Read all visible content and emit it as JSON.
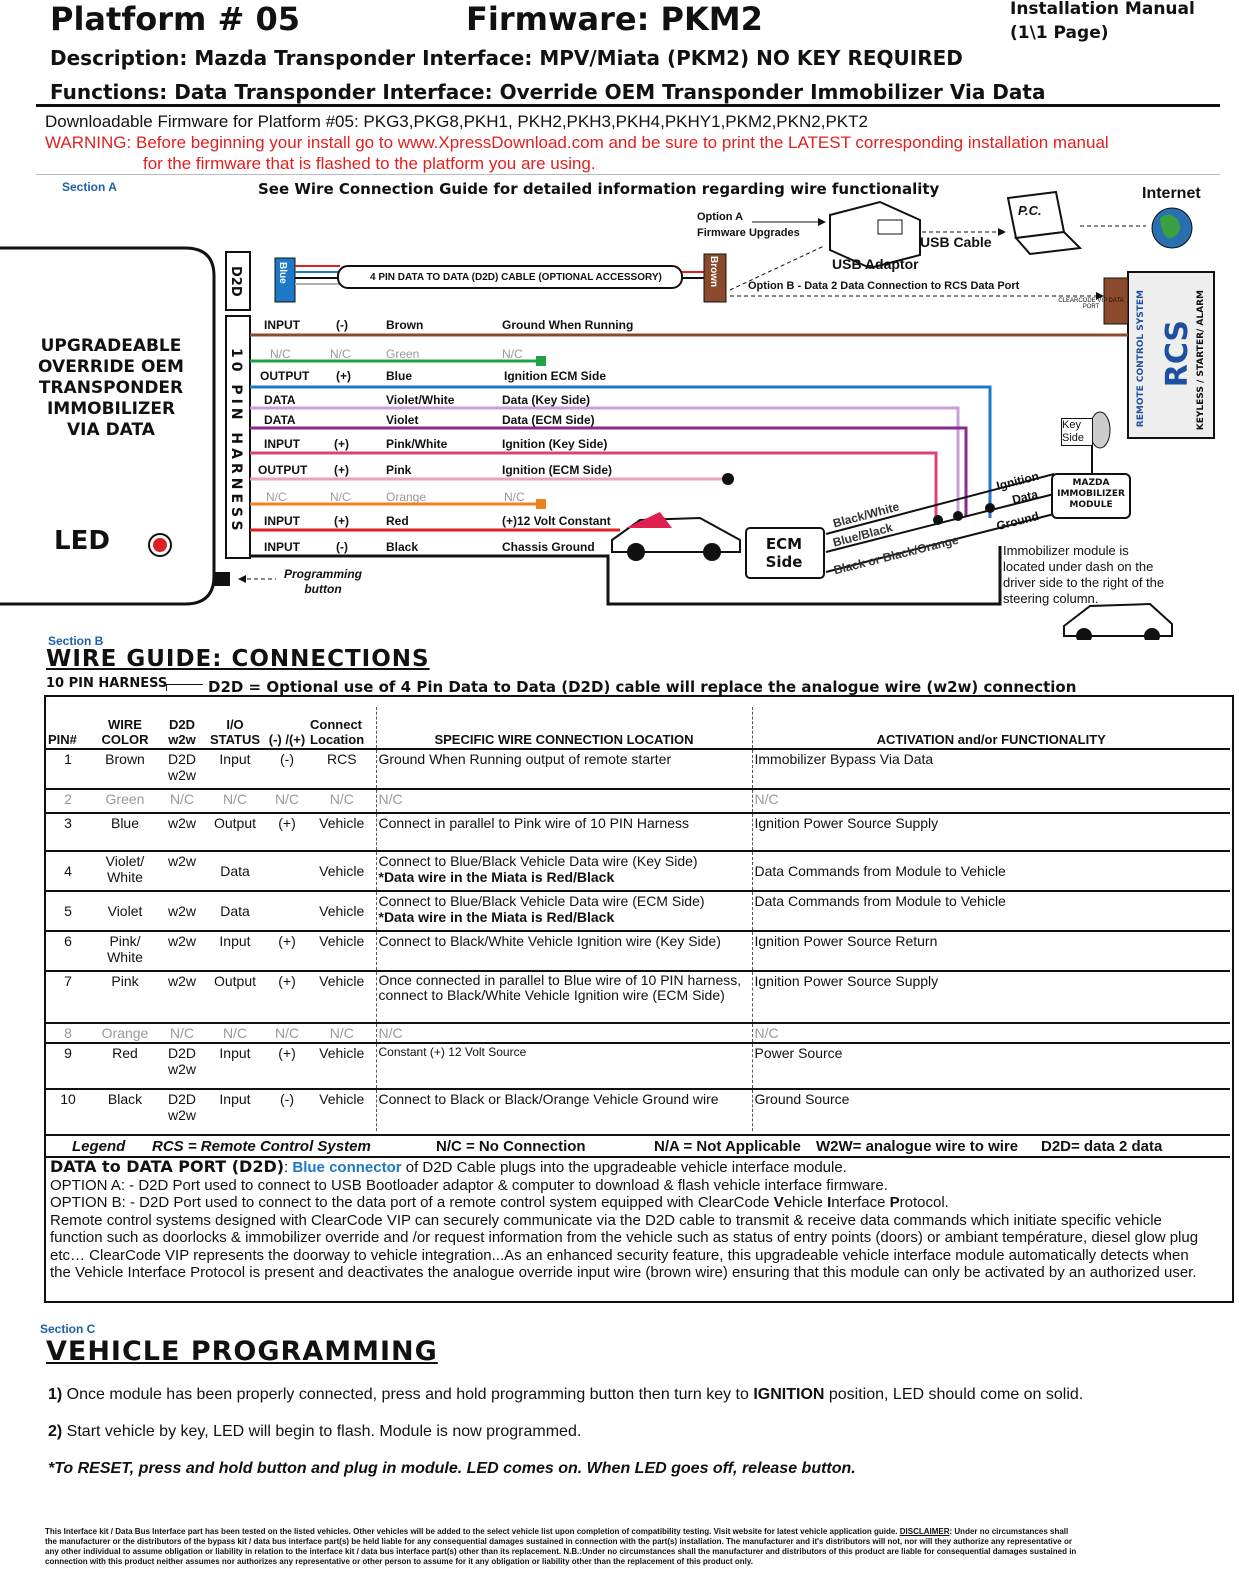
{
  "header": {
    "platform": "Platform # 05",
    "firmware": "Firmware: PKM2",
    "manual": "Installation Manual (1\\1 Page)",
    "description": "Description: Mazda Transponder Interface: MPV/Miata (PKM2) NO KEY REQUIRED",
    "functions": "Functions: Data Transponder Interface: Override OEM Transponder Immobilizer Via Data",
    "downloadable": "Downloadable Firmware for Platform #05: PKG3,PKG8,PKH1, PKH2,PKH3,PKH4,PKHY1,PKM2,PKN2,PKT2",
    "warning_1": "WARNING: Before beginning your install go to www.XpressDownload.com and be sure to print the LATEST corresponding installation manual",
    "warning_2": "for the firmware that is flashed to the platform you are using."
  },
  "section_a": {
    "label": "Section A",
    "guide_note": "See Wire Connection Guide for detailed information regarding wire functionality",
    "module_text": [
      "UPGRADEABLE",
      "OVERRIDE OEM",
      "TRANSPONDER",
      "IMMOBILIZER",
      "VIA DATA"
    ],
    "led": "LED",
    "d2d": "D2D",
    "harness": "10 PIN HARNESS",
    "blue_conn": "Blue",
    "brown_conn": "Brown",
    "cable_label": "4 PIN DATA TO DATA (D2D) CABLE (OPTIONAL ACCESSORY)",
    "option_a": "Option A",
    "firmware_upgrades": "Firmware Upgrades",
    "usb_adaptor": "USB Adaptor",
    "usb_cable": "USB Cable",
    "pc": "P.C.",
    "internet": "Internet",
    "option_b": "Option B - Data 2 Data Connection to RCS Data Port",
    "clearcode": "CLEARCODE VIP DATA PORT",
    "rcs": "RCS",
    "remote_control_system": "REMOTE CONTROL SYSTEM",
    "keyless": "KEYLESS / STARTER/ ALARM",
    "key_side": "Key Side",
    "ecm_side": "ECM Side",
    "mazda_module": "MAZDA IMMOBILIZER MODULE",
    "ignition": "Ignition",
    "data": "Data",
    "ground": "Ground",
    "bw": "Black/White",
    "bb": "Blue/Black",
    "bbo": "Black or Black/Orange",
    "immob_note": "Immobilizer module is located under dash on the driver side to the right of the steering column.",
    "programming_button": "Programming button",
    "wires": [
      {
        "io": "INPUT",
        "pol": "(-)",
        "color": "Brown",
        "desc": "Ground When Running",
        "hex": "#8b4a2b"
      },
      {
        "io": "N/C",
        "pol": "N/C",
        "color": "Green",
        "desc": "N/C",
        "hex": "#22a045"
      },
      {
        "io": "OUTPUT",
        "pol": "(+)",
        "color": "Blue",
        "desc": "Ignition ECM Side",
        "hex": "#1e78c8"
      },
      {
        "io": "DATA",
        "pol": "",
        "color": "Violet/White",
        "desc": "Data (Key Side)",
        "hex": "#c8a0d8"
      },
      {
        "io": "DATA",
        "pol": "",
        "color": "Violet",
        "desc": "Data (ECM Side)",
        "hex": "#8a2a8c"
      },
      {
        "io": "INPUT",
        "pol": "(+)",
        "color": "Pink/White",
        "desc": "Ignition (Key Side)",
        "hex": "#e0407a"
      },
      {
        "io": "OUTPUT",
        "pol": "(+)",
        "color": "Pink",
        "desc": "Ignition (ECM Side)",
        "hex": "#f0a0b8"
      },
      {
        "io": "N/C",
        "pol": "N/C",
        "color": "Orange",
        "desc": "N/C",
        "hex": "#f08020"
      },
      {
        "io": "INPUT",
        "pol": "(+)",
        "color": "Red",
        "desc": "(+)12 Volt Constant",
        "hex": "#e02020"
      },
      {
        "io": "INPUT",
        "pol": "(-)",
        "color": "Black",
        "desc": "Chassis Ground",
        "hex": "#111111"
      }
    ]
  },
  "section_b": {
    "label": "Section B",
    "title": "WIRE GUIDE: CONNECTIONS",
    "harness_label": "10 PIN HARNESS",
    "d2d_note": "D2D = Optional use of 4 Pin Data to Data (D2D) cable will replace the analogue wire (w2w) connection",
    "columns": [
      "PIN#",
      "WIRE COLOR",
      "D2D w2w",
      "I/O STATUS",
      "(-) /(+)",
      "Connect Location",
      "SPECIFIC WIRE CONNECTION LOCATION",
      "ACTIVATION and/or FUNCTIONALITY"
    ],
    "rows": [
      {
        "pin": "1",
        "color": "Brown",
        "d2d": "D2D w2w",
        "io": "Input",
        "pol": "(-)",
        "loc": "RCS",
        "spec": "Ground When Running output of remote starter",
        "spec2": "",
        "act": "Immobilizer Bypass Via Data"
      },
      {
        "pin": "2",
        "color": "Green",
        "d2d": "N/C",
        "io": "N/C",
        "pol": "N/C",
        "loc": "N/C",
        "spec": "N/C",
        "spec2": "",
        "act": "N/C"
      },
      {
        "pin": "3",
        "color": "Blue",
        "d2d": "w2w",
        "io": "Output",
        "pol": "(+)",
        "loc": "Vehicle",
        "spec": "Connect in parallel to Pink wire of 10 PIN Harness",
        "spec2": "",
        "act": "Ignition Power Source Supply"
      },
      {
        "pin": "4",
        "color": "Violet/ White",
        "d2d": "w2w",
        "io": "Data",
        "pol": "",
        "loc": "Vehicle",
        "spec": "Connect to Blue/Black Vehicle Data wire (Key Side)",
        "spec2": "*Data wire in the Miata is Red/Black",
        "act": "Data Commands from Module to Vehicle"
      },
      {
        "pin": "5",
        "color": "Violet",
        "d2d": "w2w",
        "io": "Data",
        "pol": "",
        "loc": "Vehicle",
        "spec": "Connect to Blue/Black Vehicle Data wire (ECM Side)",
        "spec2": "*Data wire in the Miata is Red/Black",
        "act": "Data Commands from Module to Vehicle"
      },
      {
        "pin": "6",
        "color": "Pink/ White",
        "d2d": "w2w",
        "io": "Input",
        "pol": "(+)",
        "loc": "Vehicle",
        "spec": "Connect to Black/White Vehicle Ignition wire (Key Side)",
        "spec2": "",
        "act": "Ignition Power Source Return"
      },
      {
        "pin": "7",
        "color": "Pink",
        "d2d": "w2w",
        "io": "Output",
        "pol": "(+)",
        "loc": "Vehicle",
        "spec": "Once connected in parallel to Blue wire of 10 PIN harness, connect to Black/White Vehicle Ignition wire (ECM Side)",
        "spec2": "",
        "act": "Ignition Power Source Supply"
      },
      {
        "pin": "8",
        "color": "Orange",
        "d2d": "N/C",
        "io": "N/C",
        "pol": "N/C",
        "loc": "N/C",
        "spec": "N/C",
        "spec2": "",
        "act": "N/C"
      },
      {
        "pin": "9",
        "color": "Red",
        "d2d": "D2D w2w",
        "io": "Input",
        "pol": "(+)",
        "loc": "Vehicle",
        "spec": "Constant (+) 12 Volt Source",
        "spec2": "",
        "act": "Power Source"
      },
      {
        "pin": "10",
        "color": "Black",
        "d2d": "D2D w2w",
        "io": "Input",
        "pol": "(-)",
        "loc": "Vehicle",
        "spec": "Connect to Black or Black/Orange Vehicle Ground wire",
        "spec2": "",
        "act": "Ground Source"
      }
    ],
    "legend": {
      "legend": "Legend",
      "rcs": "RCS = Remote Control System",
      "nc": "N/C =  No Connection",
      "na": "N/A = Not Applicable",
      "w2w": "W2W= analogue wire to wire",
      "d2d": "D2D= data 2 data"
    },
    "d2d_port": {
      "title": "DATA to DATA PORT (D2D)",
      "blue": "Blue connector",
      "rest": " of D2D Cable plugs into the upgradeable vehicle interface module.",
      "opt_a": "OPTION A: - D2D Port used to connect to USB Bootloader adaptor & computer to download & flash vehicle interface firmware.",
      "opt_b_1": "OPTION B: - D2D Port used to connect to the data port of a remote control system equipped with ClearCode ",
      "opt_b_v": "V",
      "opt_b_2": "ehicle ",
      "opt_b_i": "I",
      "opt_b_3": "nterface ",
      "opt_b_p": "P",
      "opt_b_4": "rotocol.",
      "body": "Remote control systems designed with ClearCode VIP can securely communicate via the D2D cable to transmit & receive data commands which initiate specific vehicle function such as doorlocks & immobilizer override and /or request information from the vehicle such as status of entry points (doors) or ambiant température, diesel glow plug etc… ClearCode VIP represents the doorway to vehicle integration...As an enhanced security feature, this upgradeable vehicle interface module automatically detects when the Vehicle Interface Protocol is present and deactivates the analogue override input wire (brown wire) ensuring that this module can only be activated by an authorized user."
    }
  },
  "section_c": {
    "label": "Section C",
    "title": "VEHICLE PROGRAMMING",
    "step1_num": "1)",
    "step1_a": " Once module has been properly connected, press and hold programming button then turn key to ",
    "step1_b": "IGNITION",
    "step1_c": " position, LED should come on solid.",
    "step2_num": "2)",
    "step2": " Start vehicle by key, LED will begin to flash.  Module is now programmed.",
    "reset": "*To RESET, press and hold button and plug in module.  LED comes on.  When LED goes off, release button."
  },
  "footer": {
    "line1_a": "This Interface kit / Data Bus Interface part has been tested on the listed vehicles. Other vehicles will be added to the select vehicle list upon completion of compatibility testing. Visit website for latest vehicle application guide.  ",
    "disclaimer": "DISCLAIMER",
    "line1_b": ": Under no circumstances shall",
    "line2": "the manufacturer or the distributors of the bypass kit / data bus interface part(s) be held  liable for any consequential damages sustained in connection with the part(s) installation. The manufacturer and it's distributors will not, nor will they authorize any  representative or",
    "line3": "any other individual to assume obligation or liability in relation to the interface kit / data bus interface part(s) other than its replacement. N.B.:Under no circumstances shall the manufacturer and distributors of this product are liable for consequential damages sustained in",
    "line4": "connection with this product neither assumes nor authorizes any representative or other person to assume for it any obligation or liability other than the replacement of this product only."
  }
}
